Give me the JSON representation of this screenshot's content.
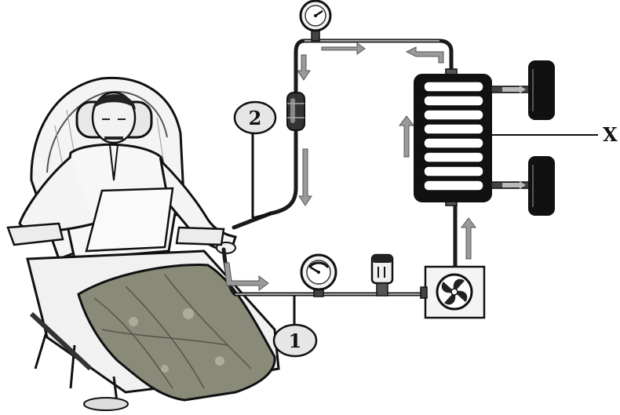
{
  "labels": {
    "circle_1": "1",
    "circle_2": "2",
    "x_label": "X"
  },
  "colors": {
    "ink": "#111111",
    "tube": "#1a1a1a",
    "arrow": "#9a9a9a",
    "blanket": "#8a8a78",
    "paper": "#ffffff"
  },
  "icons": {
    "pressure_gauge_top": "gauge-icon",
    "pressure_gauge_bottom": "gauge-icon",
    "bubble_trap": "bubble-trap-icon",
    "air_detector": "detector-icon",
    "pump": "pump-fan-icon",
    "dialyser": "coil-dialyser-icon",
    "dialysate_tank_top": "fluid-tank-icon",
    "dialysate_tank_bottom": "fluid-tank-icon"
  }
}
